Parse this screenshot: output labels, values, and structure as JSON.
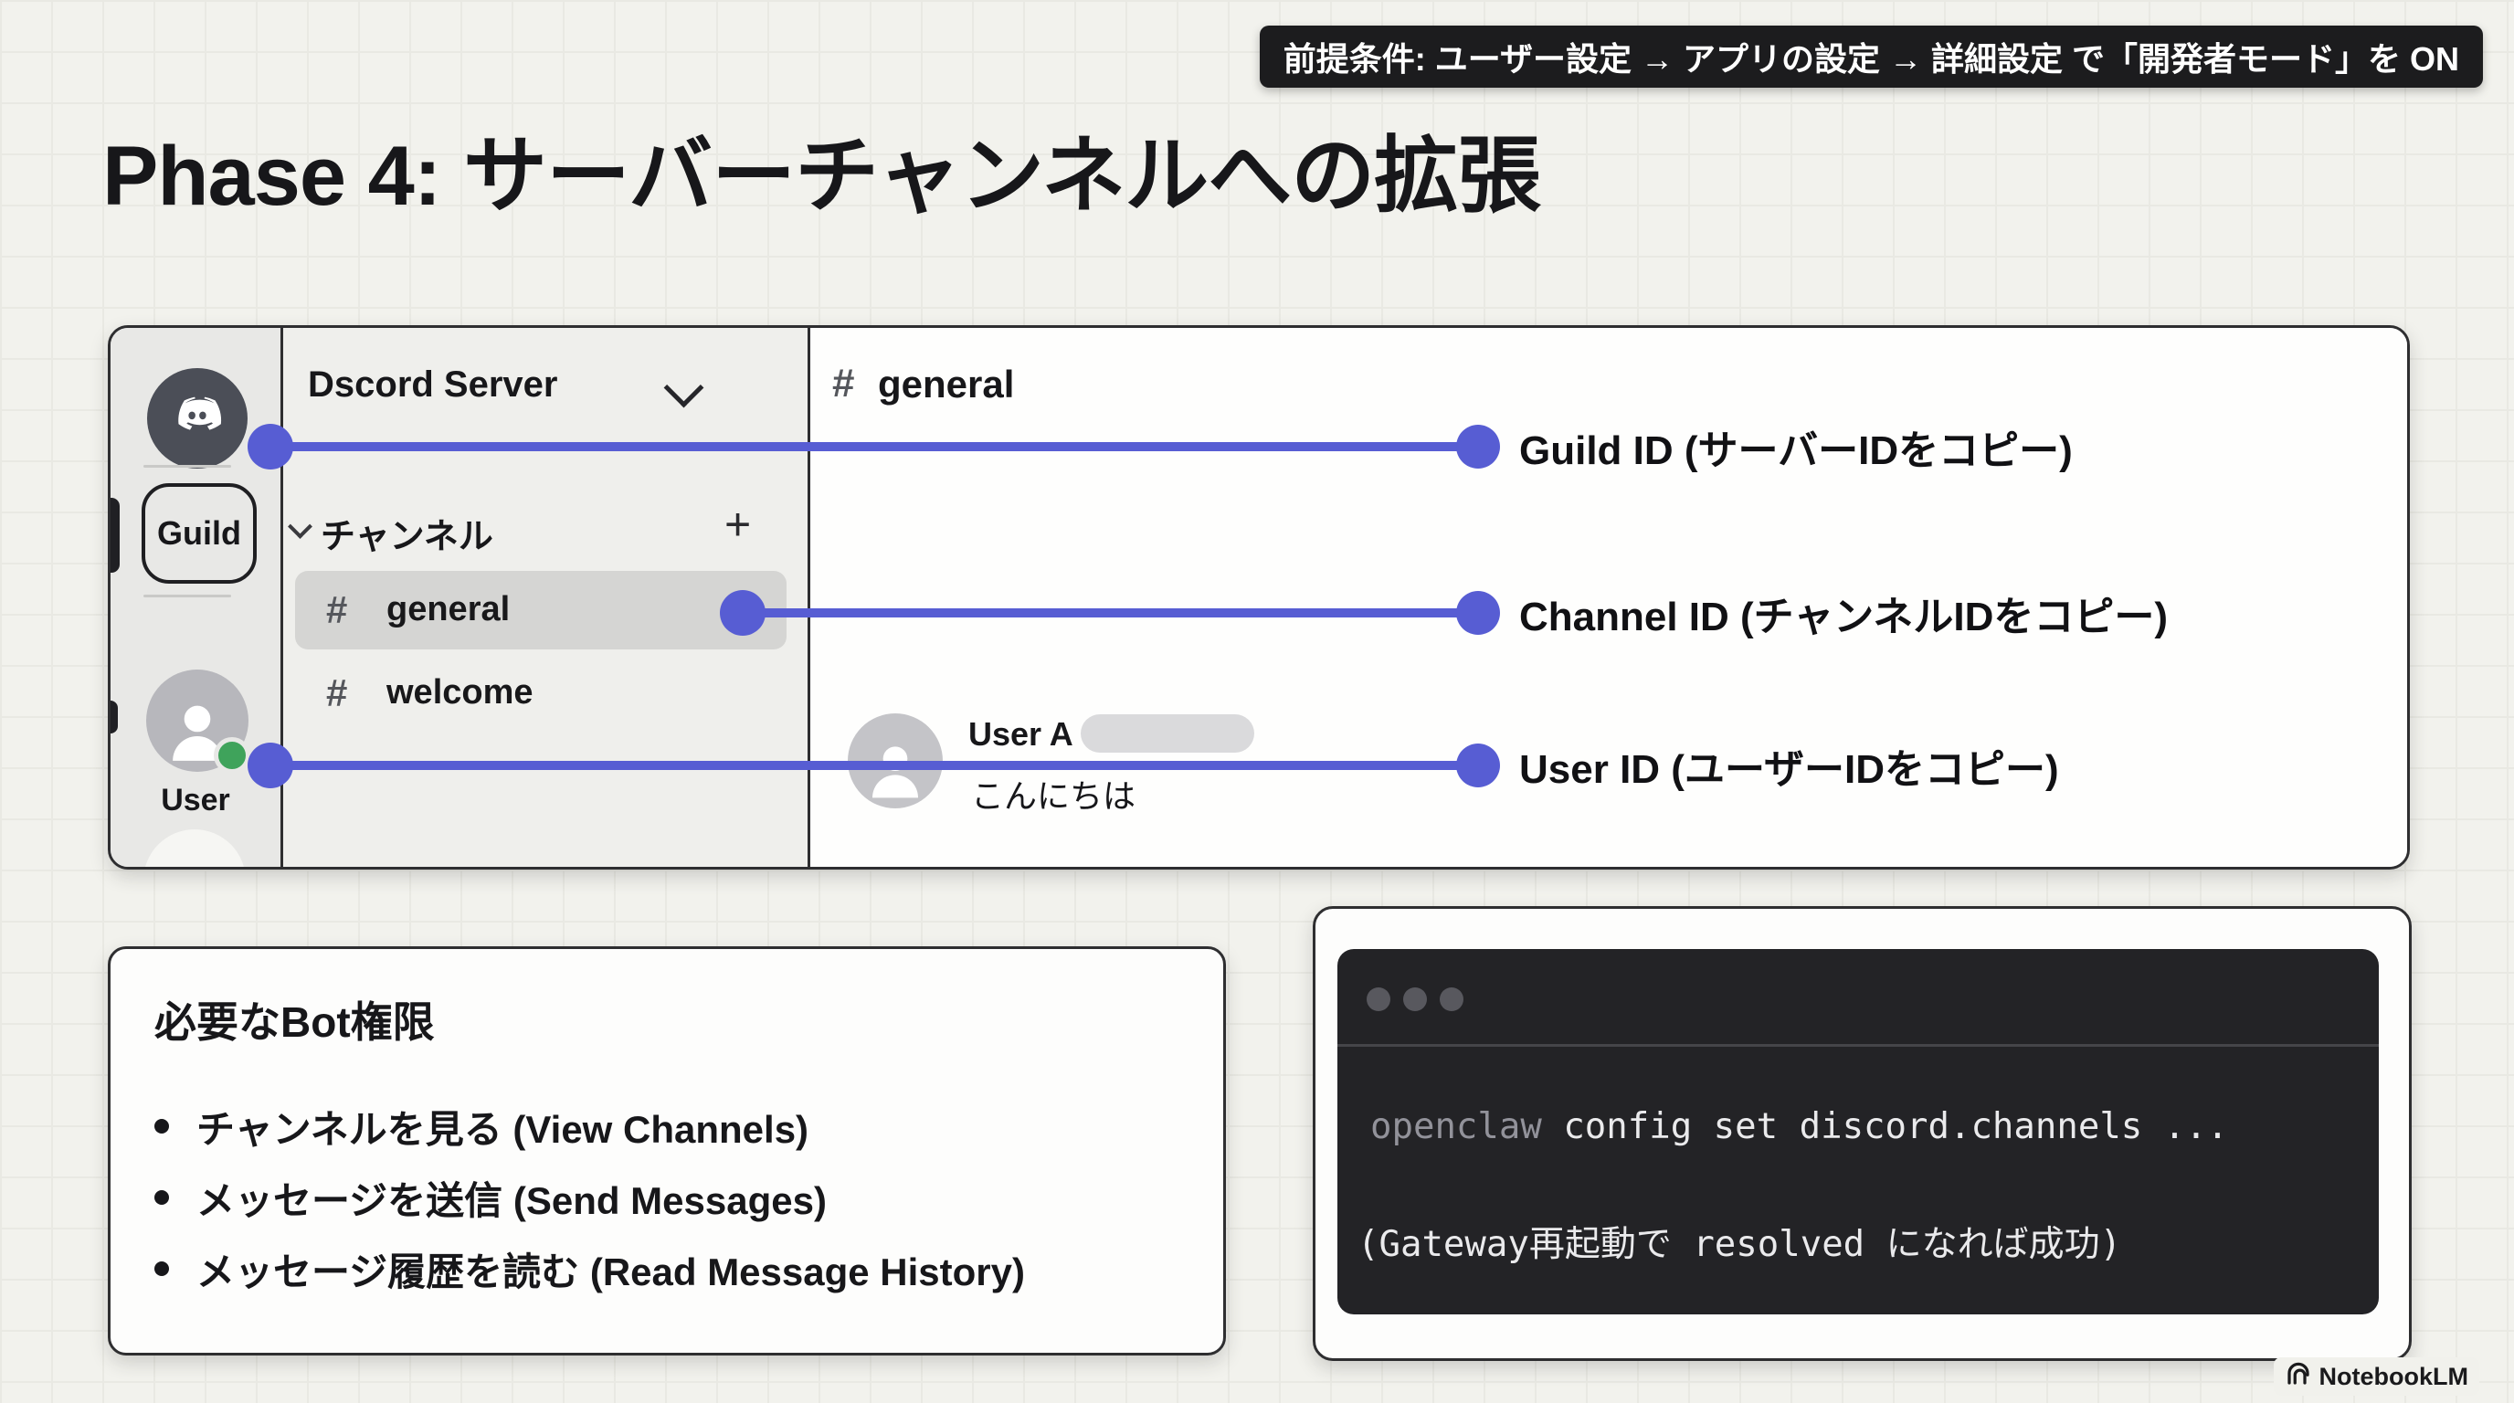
{
  "badge": {
    "text": "前提条件: ユーザー設定 → アプリの設定 → 詳細設定 で「開発者モード」を ON"
  },
  "title": "Phase 4: サーバーチャンネルへの拡張",
  "discord": {
    "rail": {
      "guild_label": "Guild",
      "user_label": "User"
    },
    "panel": {
      "server_name": "Dscord Server",
      "section": "チャンネル",
      "add_icon": "+",
      "channels": [
        {
          "hash": "#",
          "name": "general"
        },
        {
          "hash": "#",
          "name": "welcome"
        }
      ]
    },
    "chat": {
      "hash": "#",
      "name": "general",
      "message_author": "User A",
      "message_text": "こんにちは"
    },
    "callouts": [
      {
        "label": "Guild ID (サーバーIDをコピー)"
      },
      {
        "label": "Channel ID (チャンネルIDをコピー)"
      },
      {
        "label": "User ID (ユーザーIDをコピー)"
      }
    ]
  },
  "permissions": {
    "title": "必要なBot権限",
    "items": [
      {
        "text": "チャンネルを見る (View Channels)"
      },
      {
        "text": "メッセージを送信 (Send Messages)"
      },
      {
        "text": "メッセージ履歴を読む (Read Message History)"
      }
    ]
  },
  "terminal": {
    "command_prefix": "openclaw",
    "command_rest": " config set discord.channels ...",
    "note": "(Gateway再起動で resolved になれば成功)"
  },
  "watermark": "NotebookLM",
  "colors": {
    "accent": "#575dd3",
    "green": "#3fa35b",
    "terminal_bg": "#232326",
    "badge_bg": "#1c1c1e",
    "background": "#f2f2ed"
  }
}
